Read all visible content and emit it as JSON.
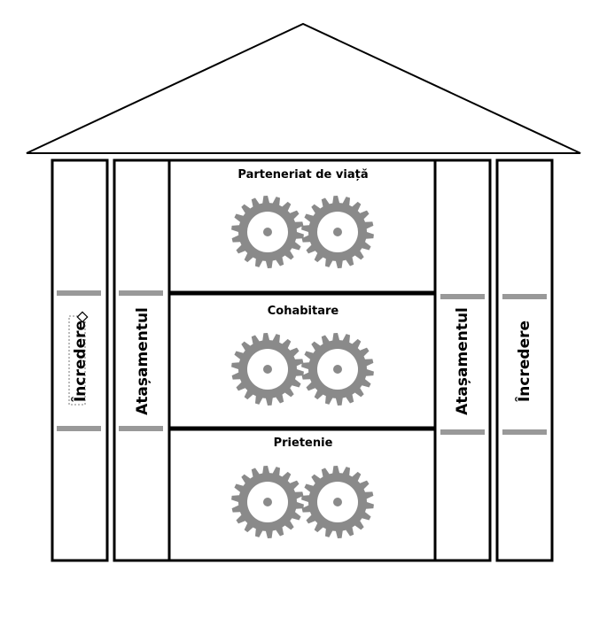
{
  "pillars": {
    "outer_left": "Încredere",
    "inner_left": "Atașamentul",
    "inner_right": "Atașamentul",
    "outer_right": "Încredere"
  },
  "levels": [
    {
      "label": "Parteneriat de viață"
    },
    {
      "label": "Cohabitare"
    },
    {
      "label": "Prietenie"
    }
  ],
  "icons": {
    "gear": "gear-icon",
    "selection_handle": "rotate-handle-icon"
  },
  "colors": {
    "stroke": "#000000",
    "gear": "#8a8a8a",
    "bar": "#999999",
    "background": "#ffffff"
  }
}
